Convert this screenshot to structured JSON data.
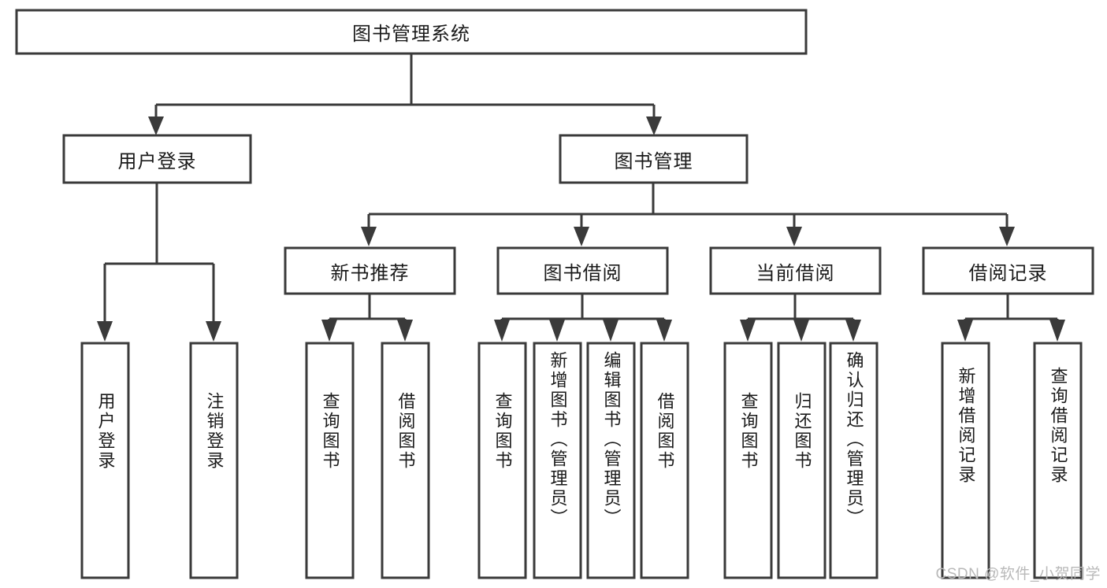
{
  "diagram": {
    "title": "图书管理系统",
    "type": "hierarchy-tree",
    "colors": {
      "box_stroke": "#3a3a3a",
      "box_fill": "#ffffff",
      "connector": "#3a3a3a",
      "text": "#1a1a1a",
      "background": "#ffffff",
      "watermark": "#b9b9b9"
    },
    "root": {
      "id": "root",
      "label": "图书管理系统",
      "orientation": "horizontal"
    },
    "level2": [
      {
        "id": "user-login",
        "label": "用户登录",
        "orientation": "horizontal"
      },
      {
        "id": "book-management",
        "label": "图书管理",
        "orientation": "horizontal"
      }
    ],
    "level3": [
      {
        "id": "new-book-recommend",
        "label": "新书推荐",
        "orientation": "horizontal",
        "parent": "book-management"
      },
      {
        "id": "book-borrow",
        "label": "图书借阅",
        "orientation": "horizontal",
        "parent": "book-management"
      },
      {
        "id": "current-borrow",
        "label": "当前借阅",
        "orientation": "horizontal",
        "parent": "book-management"
      },
      {
        "id": "borrow-record",
        "label": "借阅记录",
        "orientation": "horizontal",
        "parent": "book-management"
      }
    ],
    "leaves": [
      {
        "id": "leaf-user-login",
        "label": "用户登录",
        "orientation": "vertical",
        "parent": "user-login"
      },
      {
        "id": "leaf-logout-login",
        "label": "注销登录",
        "orientation": "vertical",
        "parent": "user-login"
      },
      {
        "id": "leaf-query-book-1",
        "label": "查询图书",
        "orientation": "vertical",
        "parent": "new-book-recommend"
      },
      {
        "id": "leaf-borrow-book-1",
        "label": "借阅图书",
        "orientation": "vertical",
        "parent": "new-book-recommend"
      },
      {
        "id": "leaf-query-book-2",
        "label": "查询图书",
        "orientation": "vertical",
        "parent": "book-borrow"
      },
      {
        "id": "leaf-add-book-admin",
        "label": "新增图书（管理员）",
        "orientation": "vertical",
        "parent": "book-borrow"
      },
      {
        "id": "leaf-edit-book-admin",
        "label": "编辑图书（管理员）",
        "orientation": "vertical",
        "parent": "book-borrow"
      },
      {
        "id": "leaf-borrow-book-2",
        "label": "借阅图书",
        "orientation": "vertical",
        "parent": "book-borrow"
      },
      {
        "id": "leaf-query-book-3",
        "label": "查询图书",
        "orientation": "vertical",
        "parent": "current-borrow"
      },
      {
        "id": "leaf-return-book",
        "label": "归还图书",
        "orientation": "vertical",
        "parent": "current-borrow"
      },
      {
        "id": "leaf-confirm-return-admin",
        "label": "确认归还（管理员）",
        "orientation": "vertical",
        "parent": "current-borrow"
      },
      {
        "id": "leaf-add-borrow-record",
        "label": "新增借阅记录",
        "orientation": "vertical",
        "parent": "borrow-record"
      },
      {
        "id": "leaf-query-borrow-record",
        "label": "查询借阅记录",
        "orientation": "vertical",
        "parent": "borrow-record"
      }
    ]
  },
  "watermark": {
    "text": "CSDN @软件_小贺同学"
  }
}
